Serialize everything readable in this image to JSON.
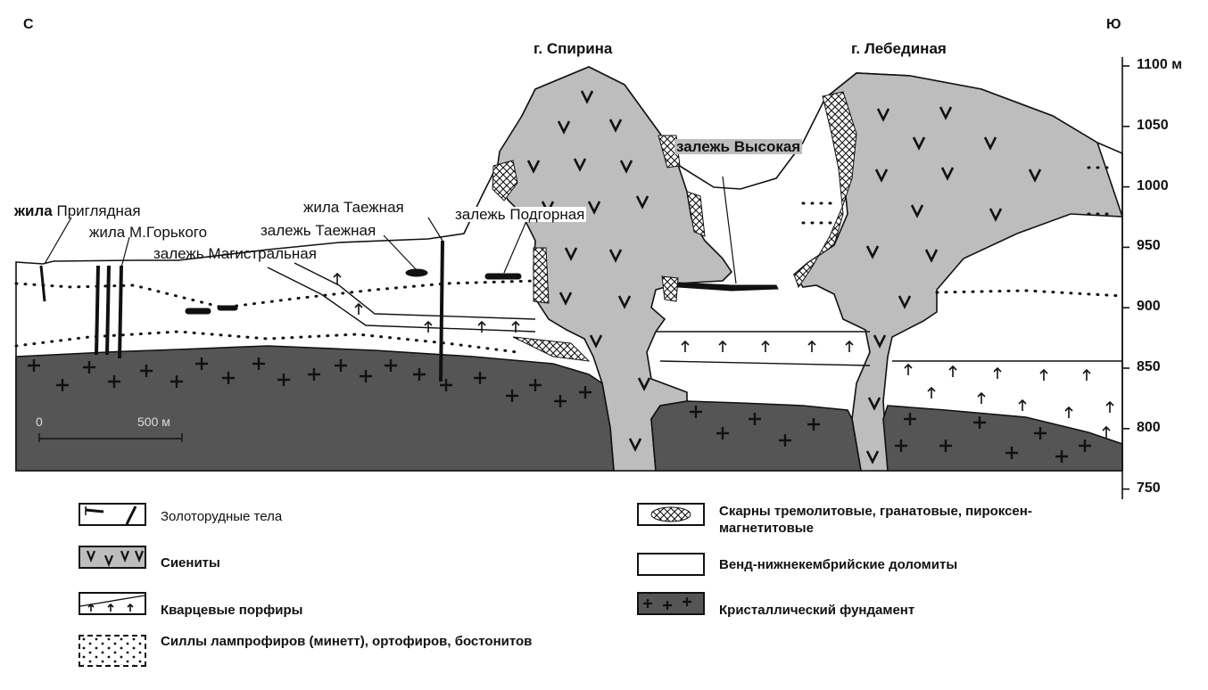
{
  "compass": {
    "north": "С",
    "south": "Ю"
  },
  "peaks": {
    "spirina": "г. Спирина",
    "lebedinaya": "г. Лебединая"
  },
  "labels": {
    "vein_priglyadnaya_prefix": "жила",
    "vein_priglyadnaya_name": "Приглядная",
    "vein_gorkogo": "жила М.Горького",
    "deposit_magistralnaya": "залежь Магистральная",
    "vein_taezhnaya": "жила Таежная",
    "deposit_taezhnaya": "залежь Таежная",
    "deposit_podgornaya": "залежь Подгорная",
    "deposit_vysokaya": "залежь Высокая"
  },
  "scale": {
    "zero": "0",
    "length": "500 м"
  },
  "elevation_axis": {
    "ticks": [
      "1100 м",
      "1050",
      "1000",
      "950",
      "900",
      "850",
      "800",
      "750"
    ]
  },
  "legend": [
    {
      "key": "ore",
      "text": "Золоторудные тела"
    },
    {
      "key": "syenite",
      "text": "Сиениты"
    },
    {
      "key": "porphyry",
      "text": "Кварцевые порфиры"
    },
    {
      "key": "sills",
      "text": "Силлы лампрофиров (минетт), ортофиров, бостонитов"
    },
    {
      "key": "skarn",
      "text": "Скарны тремолитовые, гранатовые, пироксен-магнетитовые"
    },
    {
      "key": "dolomite",
      "text": "Венд-нижнекембрийские доломиты"
    },
    {
      "key": "basement",
      "text": "Кристаллический фундамент"
    }
  ],
  "colors": {
    "syenite": "#bdbdbd",
    "basement": "#555555",
    "line": "#111111",
    "paper": "#ffffff"
  }
}
